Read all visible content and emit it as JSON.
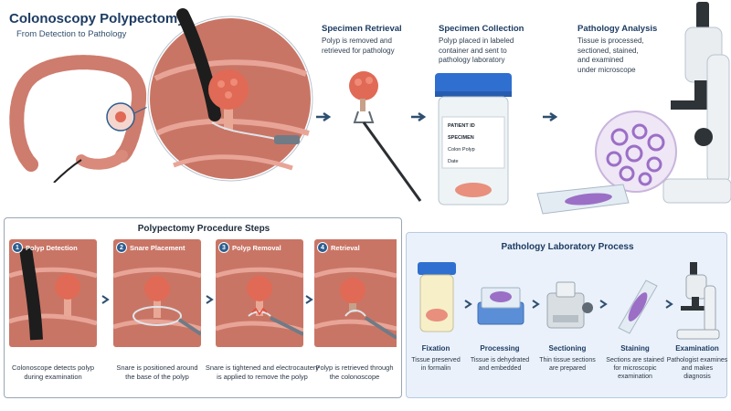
{
  "header": {
    "title": "Colonoscopy Polypectomy",
    "subtitle": "From Detection to Pathology"
  },
  "stages": [
    {
      "title": "Specimen Retrieval",
      "desc": [
        "Polyp is removed and",
        "retrieved for pathology"
      ]
    },
    {
      "title": "Specimen Collection",
      "desc": [
        "Polyp placed in labeled",
        "container and sent to",
        "pathology laboratory"
      ]
    },
    {
      "title": "Pathology Analysis",
      "desc": [
        "Tissue is processed,",
        "sectioned, stained,",
        "and examined",
        "under microscope"
      ]
    }
  ],
  "jar_label": {
    "patient_id": "PATIENT ID",
    "specimen": "SPECIMEN",
    "type": "Colon Polyp",
    "date": "Date"
  },
  "procedure": {
    "title": "Polypectomy Procedure Steps",
    "steps": [
      {
        "num": "1",
        "name": "Polyp Detection",
        "desc": [
          "Colonoscope detects polyp",
          "during examination"
        ]
      },
      {
        "num": "2",
        "name": "Snare Placement",
        "desc": [
          "Snare is positioned around",
          "the base of the polyp"
        ]
      },
      {
        "num": "3",
        "name": "Polyp Removal",
        "desc": [
          "Snare is tightened and electrocautery",
          "is applied to remove the polyp"
        ]
      },
      {
        "num": "4",
        "name": "Retrieval",
        "desc": [
          "Polyp is retrieved through",
          "the colonoscope"
        ]
      }
    ]
  },
  "lab": {
    "title": "Pathology Laboratory Process",
    "steps": [
      {
        "name": "Fixation",
        "desc": [
          "Tissue preserved",
          "in formalin"
        ]
      },
      {
        "name": "Processing",
        "desc": [
          "Tissue is dehydrated",
          "and embedded"
        ]
      },
      {
        "name": "Sectioning",
        "desc": [
          "Thin tissue sections",
          "are prepared"
        ]
      },
      {
        "name": "Staining",
        "desc": [
          "Sections are stained",
          "for microscopic",
          "examination"
        ]
      },
      {
        "name": "Examination",
        "desc": [
          "Pathologist examines",
          "and makes",
          "diagnosis"
        ]
      }
    ]
  },
  "colors": {
    "title": "#1d3c63",
    "arrow": "#2f4f6f",
    "tissue": "#d98a7a",
    "polyp": "#e06a55",
    "step_badge": "#2c5d8f",
    "lab_panel": "#eaf1fa",
    "jar_lid": "#2f6fd0",
    "stain": "#9b6fc6"
  }
}
